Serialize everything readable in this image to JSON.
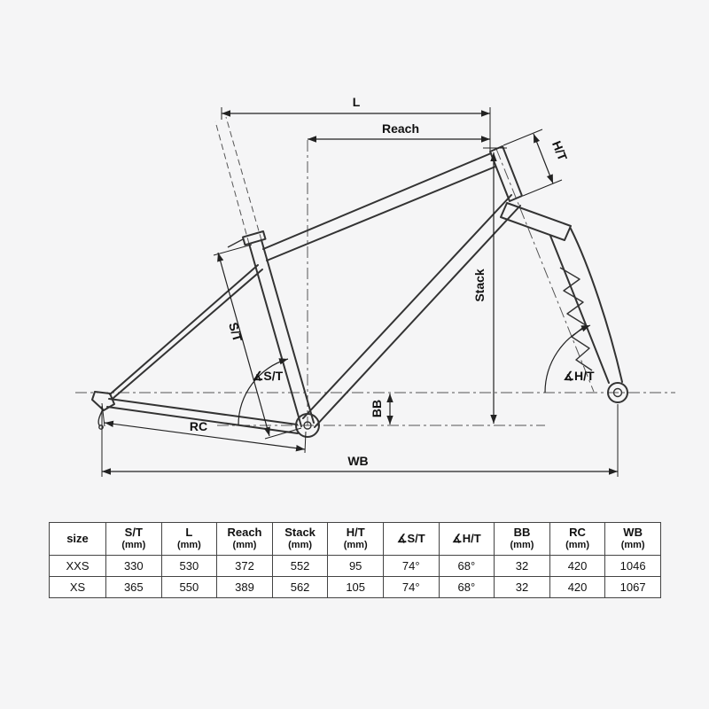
{
  "diagram": {
    "labels": {
      "l": "L",
      "reach": "Reach",
      "ht": "H/T",
      "stack": "Stack",
      "st": "S/T",
      "angle_st": "∡S/T",
      "bb": "BB",
      "rc": "RC",
      "wb": "WB",
      "angle_ht": "∡H/T"
    },
    "line_color": "#333333",
    "background": "#f5f5f6"
  },
  "table": {
    "headers": [
      {
        "label": "size",
        "unit": ""
      },
      {
        "label": "S/T",
        "unit": "(mm)"
      },
      {
        "label": "L",
        "unit": "(mm)"
      },
      {
        "label": "Reach",
        "unit": "(mm)"
      },
      {
        "label": "Stack",
        "unit": "(mm)"
      },
      {
        "label": "H/T",
        "unit": "(mm)"
      },
      {
        "label": "∡S/T",
        "unit": ""
      },
      {
        "label": "∡H/T",
        "unit": ""
      },
      {
        "label": "BB",
        "unit": "(mm)"
      },
      {
        "label": "RC",
        "unit": "(mm)"
      },
      {
        "label": "WB",
        "unit": "(mm)"
      }
    ],
    "rows": [
      [
        "XXS",
        "330",
        "530",
        "372",
        "552",
        "95",
        "74°",
        "68°",
        "32",
        "420",
        "1046"
      ],
      [
        "XS",
        "365",
        "550",
        "389",
        "562",
        "105",
        "74°",
        "68°",
        "32",
        "420",
        "1067"
      ]
    ]
  }
}
